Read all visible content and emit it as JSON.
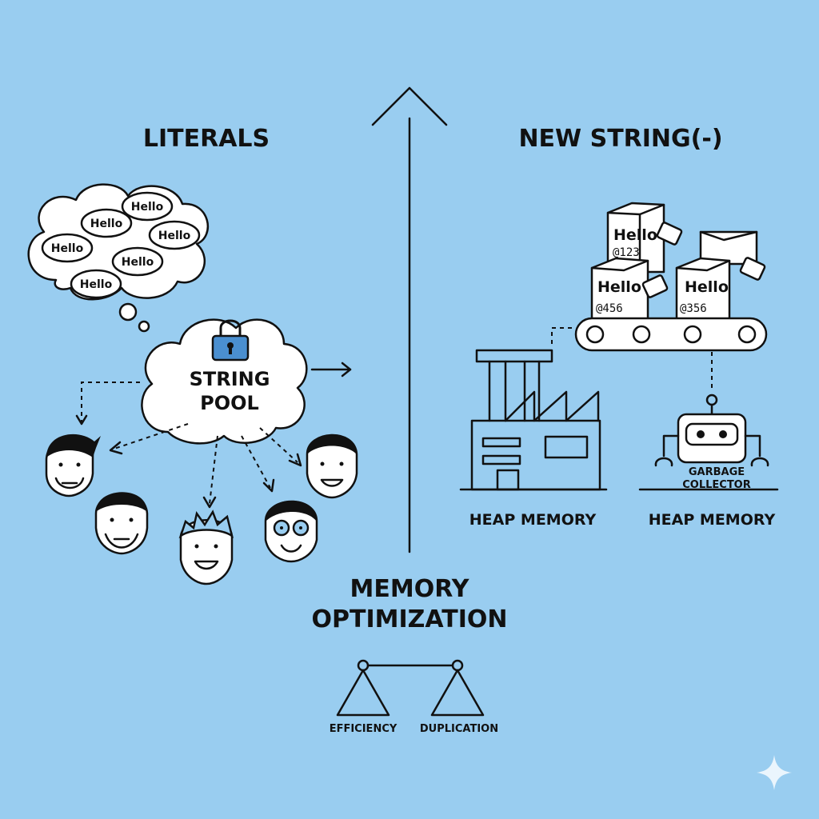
{
  "headings": {
    "left": "LITERALS",
    "right": "NEW STRING(-)",
    "center_line1": "MEMORY",
    "center_line2": "OPTIMIZATION"
  },
  "thought_bubble_word": "Hello",
  "string_pool": {
    "line1": "STRING",
    "line2": "POOL"
  },
  "heap_objects": [
    {
      "text": "Hello",
      "address": "@123"
    },
    {
      "text": "Hello",
      "address": "@456"
    },
    {
      "text": "Hello",
      "address": "@356"
    }
  ],
  "labels": {
    "heap_left": "HEAP MEMORY",
    "heap_right": "HEAP MEMORY",
    "gc_line1": "GARBAGE",
    "gc_line2": "COLLECTOR",
    "scale_left": "EFFICIENCY",
    "scale_right": "DUPLICATION"
  },
  "icons": [
    "lock-icon",
    "factory-icon",
    "robot-icon",
    "conveyor-belt-icon",
    "balance-scale-icon",
    "sparkle-icon"
  ],
  "colors": {
    "background": "#99cdf0",
    "ink": "#111111",
    "accent": "#4a8fd0"
  }
}
